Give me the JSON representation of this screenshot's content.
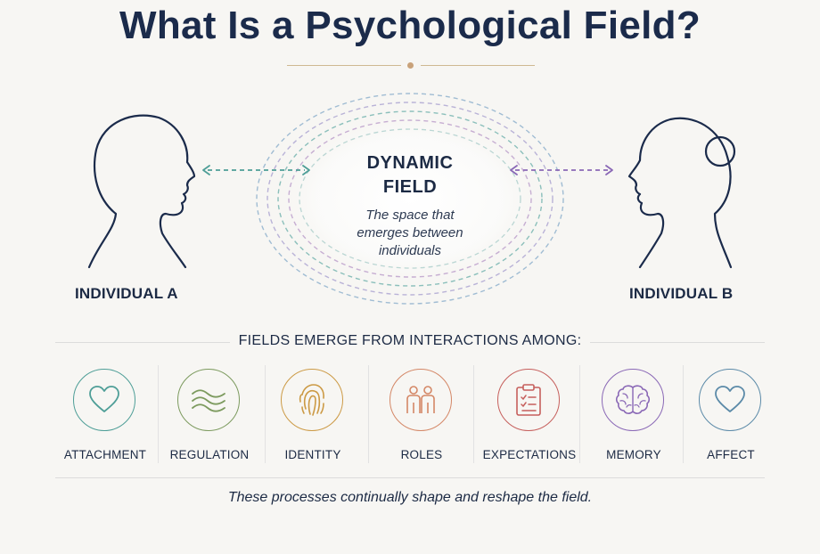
{
  "title": "What Is a Psychological Field?",
  "individual_a": {
    "label": "INDIVIDUAL A"
  },
  "individual_b": {
    "label": "INDIVIDUAL B"
  },
  "field": {
    "title_line1": "DYNAMIC",
    "title_line2": "FIELD",
    "desc_line1": "The space that",
    "desc_line2": "emerges between",
    "desc_line3": "individuals"
  },
  "section_header": "FIELDS EMERGE FROM INTERACTIONS AMONG:",
  "items": [
    {
      "label": "ATTACHMENT",
      "icon": "heart-icon",
      "color": "#4e9e97"
    },
    {
      "label": "REGULATION",
      "icon": "waves-icon",
      "color": "#7c9a5e"
    },
    {
      "label": "IDENTITY",
      "icon": "fingerprint-icon",
      "color": "#cc9a45"
    },
    {
      "label": "ROLES",
      "icon": "people-icon",
      "color": "#d48766"
    },
    {
      "label": "EXPECTATIONS",
      "icon": "clipboard-icon",
      "color": "#c65f5c"
    },
    {
      "label": "MEMORY",
      "icon": "brain-icon",
      "color": "#8a68b6"
    },
    {
      "label": "AFFECT",
      "icon": "heart-outline-icon",
      "color": "#5b8aa8"
    }
  ],
  "footer": "These processes continually shape and reshape the field.",
  "colors": {
    "teal": "#4e9e97",
    "purple": "#8a68b6",
    "navy": "#1b2b4b",
    "gold": "#c9a27a"
  }
}
